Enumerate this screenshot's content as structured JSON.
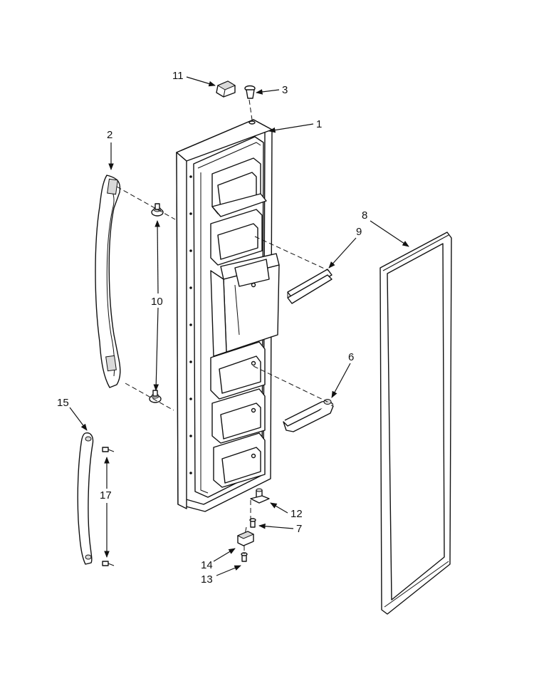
{
  "callouts": {
    "c1": "1",
    "c2": "2",
    "c3": "3",
    "c6": "6",
    "c7": "7",
    "c8": "8",
    "c9": "9",
    "c10": "10",
    "c11": "11",
    "c12": "12",
    "c13": "13",
    "c14": "14",
    "c15": "15",
    "c17": "17"
  },
  "colors": {
    "line": "#111111",
    "background": "#ffffff",
    "shade": "#d9d9d9"
  }
}
